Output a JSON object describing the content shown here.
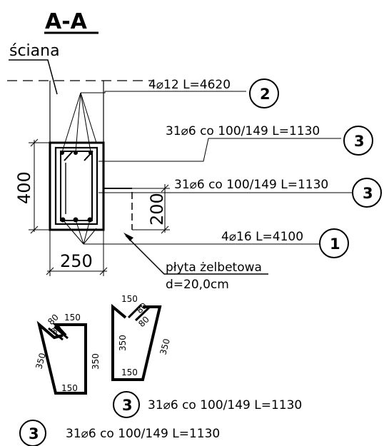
{
  "section_title": "A-A",
  "wall_label": "ściana",
  "slab_label": "płyta żelbetowa",
  "slab_thickness": "d=20,0cm",
  "dim_width": "250",
  "dim_height": "400",
  "dim_200": "200",
  "callouts": {
    "bar2_text": "4⌀12 L=4620",
    "bar2_mark": "2",
    "stirrup_upper_text": "31⌀6 co 100/149 L=1130",
    "stirrup_upper_mark": "3",
    "stirrup_mid_text": "31⌀6 co 100/149 L=1130",
    "stirrup_mid_mark": "3",
    "bar1_text": "4⌀16 L=4100",
    "bar1_mark": "1"
  },
  "stirrup_shape_left": {
    "top": "150",
    "hook_a": "80",
    "hook_b": "80",
    "left": "350",
    "right": "350",
    "bottom": "150"
  },
  "stirrup_shape_right": {
    "top": "150",
    "hook_a": "80",
    "hook_b": "80",
    "left": "350",
    "right": "350",
    "bottom": "150"
  },
  "schedule": [
    {
      "mark": "3",
      "text": "31⌀6 co 100/149 L=1130"
    },
    {
      "mark": "3",
      "text": "31⌀6 co 100/149 L=1130"
    }
  ]
}
